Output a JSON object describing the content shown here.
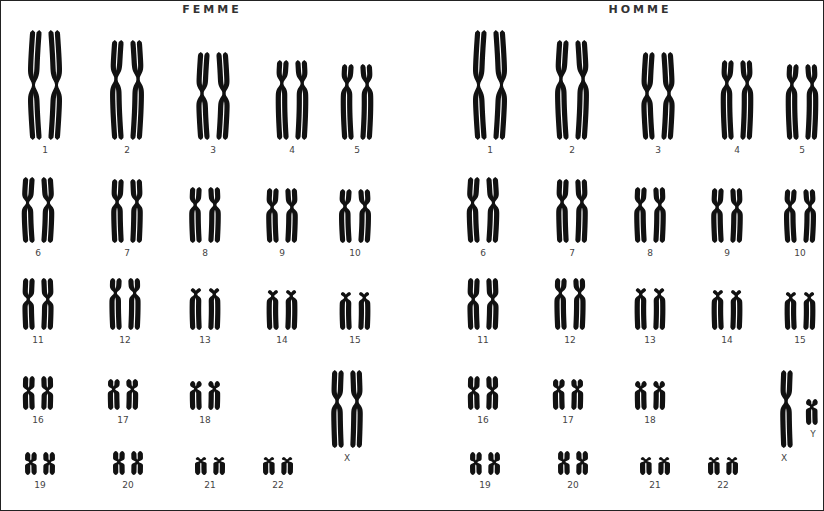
{
  "diagram": {
    "labels": [
      "FEMME",
      "1",
      "2",
      "3",
      "4",
      "5",
      "6",
      "7",
      "8",
      "9",
      "10",
      "11",
      "12",
      "13",
      "14",
      "15",
      "16",
      "17",
      "18",
      "19",
      "20",
      "21",
      "22",
      "X",
      "HOMME",
      "1",
      "2",
      "3",
      "4",
      "5",
      "6",
      "7",
      "8",
      "9",
      "10",
      "11",
      "12",
      "13",
      "14",
      "15",
      "16",
      "17",
      "18",
      "19",
      "20",
      "21",
      "22",
      "X",
      "Y"
    ]
  }
}
